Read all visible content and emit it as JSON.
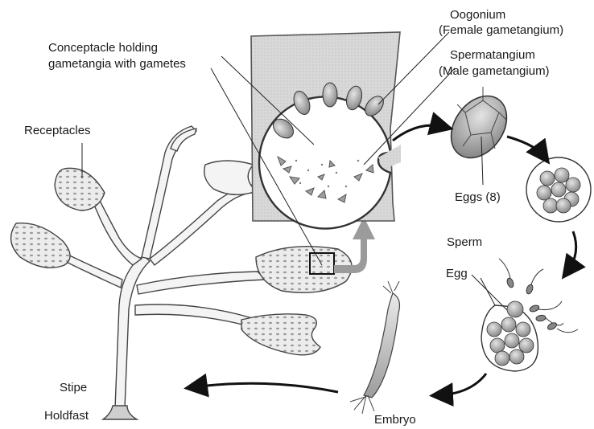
{
  "labels": {
    "oogonium": "Oogonium",
    "oogonium_sub": "(Female gametangium)",
    "spermatangium": "Spermatangium",
    "spermatangium_sub": "(Male gametangium)",
    "conceptacle_line1": "Conceptacle holding",
    "conceptacle_line2": "gametangia with gametes",
    "receptacles": "Receptacles",
    "eggs8": "Eggs (8)",
    "sperm": "Sperm",
    "egg": "Egg",
    "stipe": "Stipe",
    "holdfast": "Holdfast",
    "embryo": "Embryo"
  }
}
